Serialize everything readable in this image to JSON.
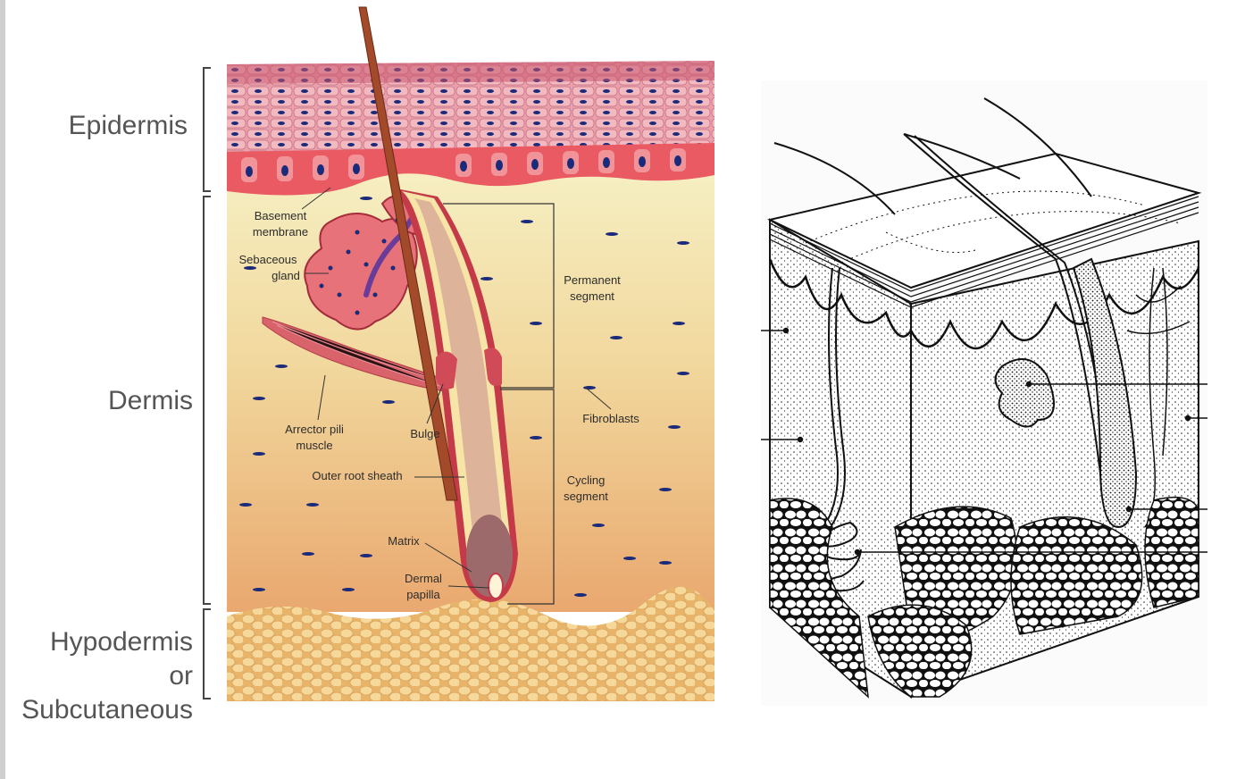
{
  "layer_labels": {
    "epidermis": "Epidermis",
    "dermis": "Dermis",
    "hypodermis_line1": "Hypodermis",
    "hypodermis_line2": "or",
    "hypodermis_line3": "Subcutaneous"
  },
  "left_diagram": {
    "labels": {
      "basement_1": "Basement",
      "basement_2": "membrane",
      "sebaceous_1": "Sebaceous",
      "sebaceous_2": "gland",
      "permanent_1": "Permanent",
      "permanent_2": "segment",
      "fibroblasts": "Fibroblasts",
      "arrector_1": "Arrector pili",
      "arrector_2": "muscle",
      "bulge": "Bulge",
      "outer_root_sheath": "Outer root sheath",
      "cycling_1": "Cycling",
      "cycling_2": "segment",
      "matrix": "Matrix",
      "dermal_papilla_1": "Dermal",
      "dermal_papilla_2": "papilla"
    }
  },
  "colors": {
    "label_gray": "#555555",
    "epidermis_pink": "#d97a8c",
    "basal_cell": "#ea5a63",
    "nucleus_blue": "#1b2a7a",
    "dermis_top": "#f6efc2",
    "dermis_bottom": "#e9a86f",
    "fat": "#f3cf8a",
    "follicle_red": "#c53a48",
    "gland_purple": "#6a3c9a"
  }
}
